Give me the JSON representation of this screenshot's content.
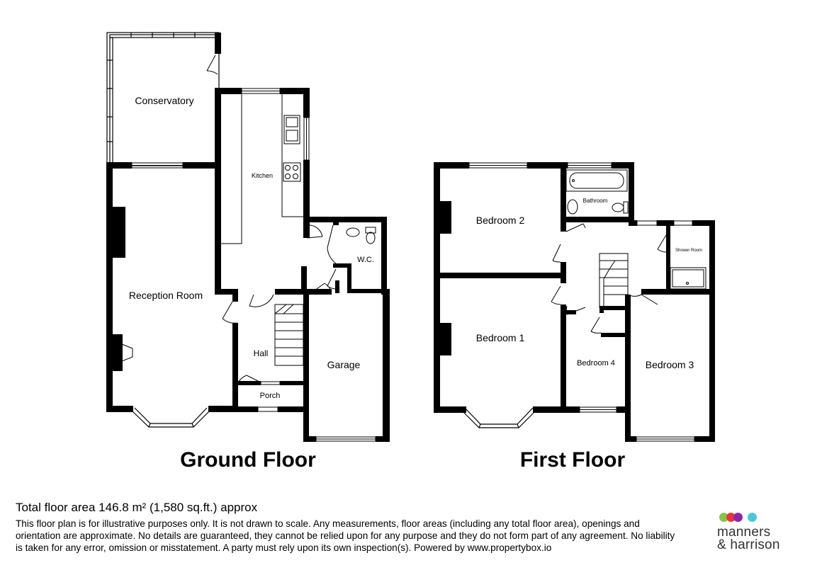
{
  "ground_floor": {
    "title": "Ground Floor",
    "rooms": {
      "conservatory": "Conservatory",
      "kitchen": "Kitchen",
      "reception": "Reception Room",
      "wc": "W.C.",
      "hall": "Hall",
      "porch": "Porch",
      "garage": "Garage"
    }
  },
  "first_floor": {
    "title": "First Floor",
    "rooms": {
      "bedroom2": "Bedroom 2",
      "bathroom": "Bathroom",
      "shower": "Shower Room",
      "bedroom1": "Bedroom 1",
      "bedroom4": "Bedroom 4",
      "bedroom3": "Bedroom 3"
    }
  },
  "footer": {
    "total_area": "Total floor area 146.8 m² (1,580 sq.ft.) approx",
    "disclaimer": "This floor plan is for illustrative purposes only. It is not drawn to scale. Any measurements, floor areas (including any total floor area), openings and orientation are approximate. No details are guaranteed, they cannot be relied upon for any purpose and they do not form part of any agreement. No liability is taken for any error, omission or misstatement. A party must rely upon its own inspection(s). Powered by  www.propertybox.io"
  },
  "logo": {
    "line1": "manners",
    "line2": "& harrison",
    "dot_colors": [
      "#8bc34a",
      "#e53935",
      "#8e24aa",
      "#4dc6d8"
    ]
  }
}
